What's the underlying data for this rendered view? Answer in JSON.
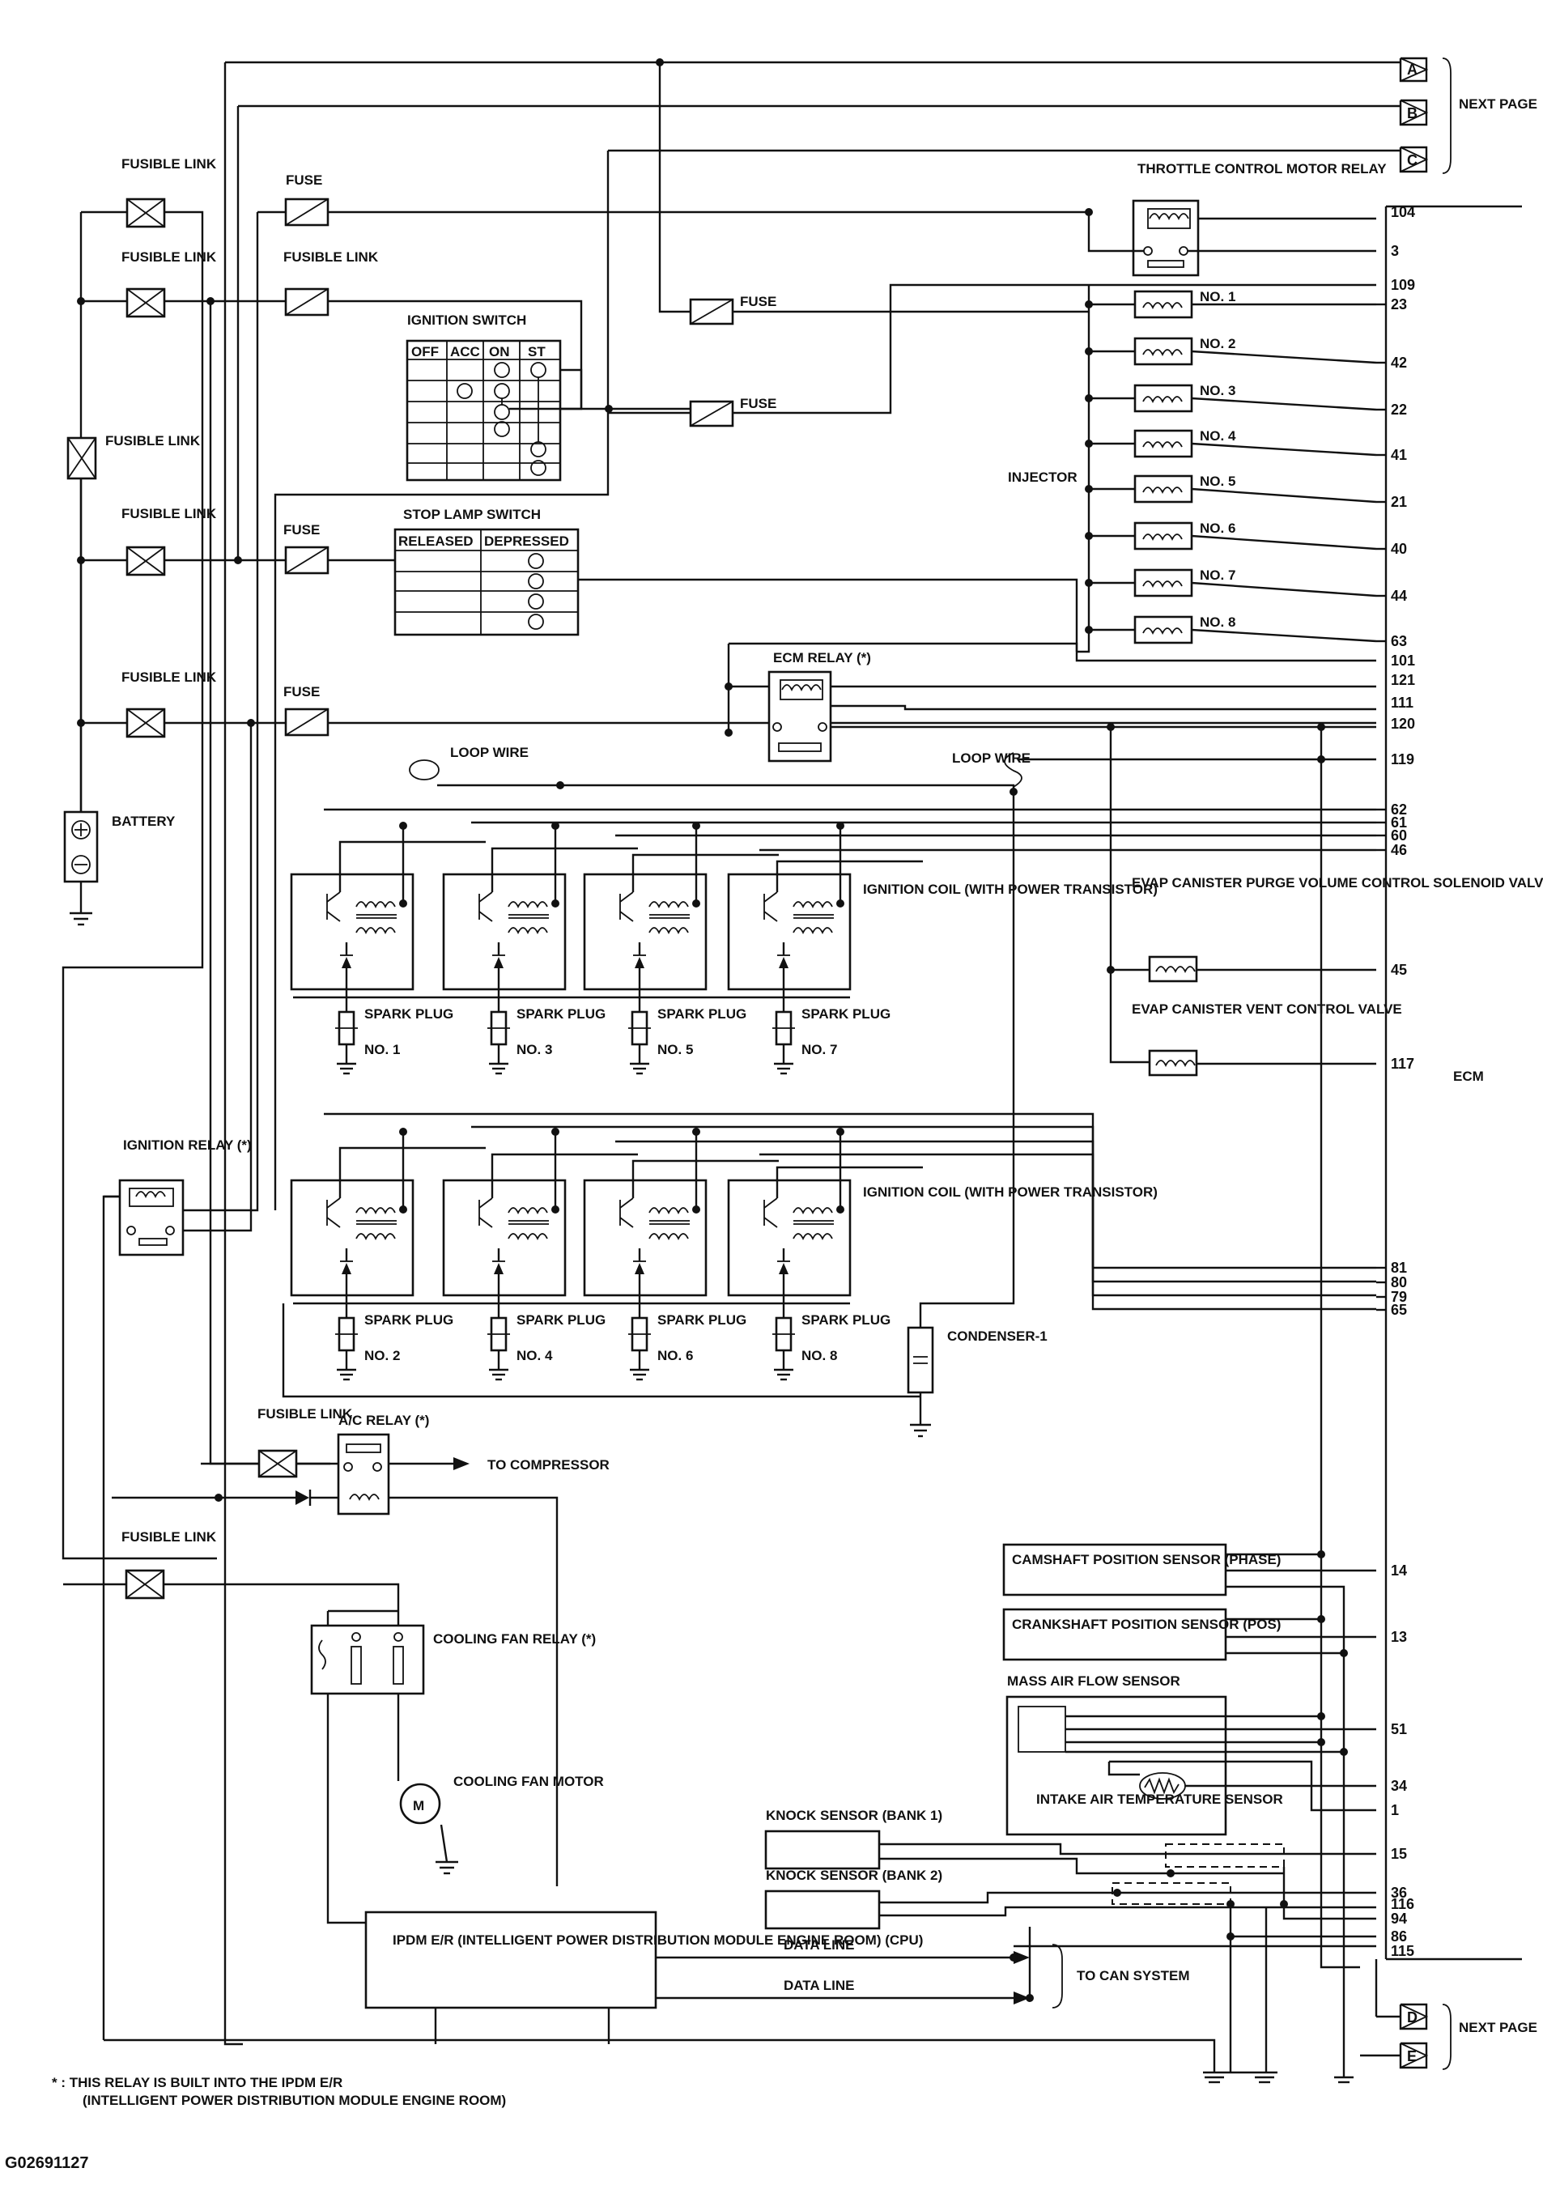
{
  "connectors": [
    {
      "id": "A"
    },
    {
      "id": "B"
    },
    {
      "id": "C"
    },
    {
      "id": "D"
    },
    {
      "id": "E"
    }
  ],
  "next_page_label": "NEXT PAGE",
  "supply": {
    "fusible_links": [
      {
        "label": "FUSIBLE LINK"
      },
      {
        "label": "FUSIBLE LINK"
      },
      {
        "label": "FUSIBLE LINK"
      },
      {
        "label": "FUSIBLE LINK"
      },
      {
        "label": "FUSIBLE LINK"
      },
      {
        "label": "FUSIBLE LINK"
      },
      {
        "label": "FUSIBLE LINK"
      },
      {
        "label": "FUSIBLE LINK"
      }
    ],
    "fuses": [
      {
        "label": "FUSE"
      },
      {
        "label": "FUSE"
      },
      {
        "label": "FUSE"
      },
      {
        "label": "FUSE"
      },
      {
        "label": "FUSE"
      }
    ],
    "battery_label": "BATTERY"
  },
  "ignition_switch": {
    "title": "IGNITION SWITCH",
    "headers": [
      "OFF",
      "ACC",
      "ON",
      "ST"
    ]
  },
  "stop_lamp_switch": {
    "title": "STOP LAMP SWITCH",
    "headers": [
      "RELEASED",
      "DEPRESSED"
    ]
  },
  "throttle_relay_label": "THROTTLE CONTROL MOTOR RELAY",
  "injectors": {
    "group_label": "INJECTOR",
    "items": [
      "NO. 1",
      "NO. 2",
      "NO. 3",
      "NO. 4",
      "NO. 5",
      "NO. 6",
      "NO. 7",
      "NO. 8"
    ]
  },
  "ecm_relay_label": "ECM RELAY (*)",
  "loop_wire_label": "LOOP WIRE",
  "ignition_coil_label": "IGNITION COIL (WITH POWER TRANSISTOR)",
  "spark_plugs": {
    "upper": [
      "NO. 1",
      "NO. 3",
      "NO. 5",
      "NO. 7"
    ],
    "lower": [
      "NO. 2",
      "NO. 4",
      "NO. 6",
      "NO. 8"
    ],
    "label": "SPARK PLUG"
  },
  "evap_purge_label": "EVAP CANISTER PURGE VOLUME CONTROL SOLENOID VALVE",
  "evap_vent_label": "EVAP CANISTER VENT CONTROL VALVE",
  "ecm_label": "ECM",
  "ignition_relay_label": "IGNITION RELAY (*)",
  "condenser_label": "CONDENSER-1",
  "ac_relay_label": "A/C RELAY (*)",
  "to_compressor": "TO COMPRESSOR",
  "cooling_fan_relay_label": "COOLING FAN RELAY (*)",
  "cooling_fan_motor_label": "COOLING FAN MOTOR",
  "sensors": {
    "camshaft": "CAMSHAFT POSITION SENSOR (PHASE)",
    "crankshaft": "CRANKSHAFT POSITION SENSOR (POS)",
    "maf": "MASS AIR FLOW SENSOR",
    "iat": "INTAKE AIR TEMPERATURE SENSOR",
    "knock1": "KNOCK SENSOR (BANK 1)",
    "knock2": "KNOCK SENSOR (BANK 2)"
  },
  "ipdm_label": "IPDM E/R (INTELLIGENT POWER DISTRIBUTION MODULE ENGINE ROOM) (CPU)",
  "data_line_label": "DATA LINE",
  "to_can_label": "TO CAN SYSTEM",
  "footnote_line1": "* : THIS RELAY IS BUILT INTO THE IPDM E/R",
  "footnote_line2": "(INTELLIGENT POWER DISTRIBUTION MODULE ENGINE ROOM)",
  "figure_id": "G02691127",
  "ecm_pins": [
    "104",
    "3",
    "109",
    "23",
    "42",
    "22",
    "41",
    "21",
    "40",
    "44",
    "63",
    "101",
    "121",
    "111",
    "120",
    "119",
    "62",
    "61",
    "60",
    "46",
    "45",
    "117",
    "81",
    "80",
    "79",
    "65",
    "14",
    "13",
    "51",
    "34",
    "1",
    "15",
    "36",
    "116",
    "94",
    "86",
    "115"
  ]
}
